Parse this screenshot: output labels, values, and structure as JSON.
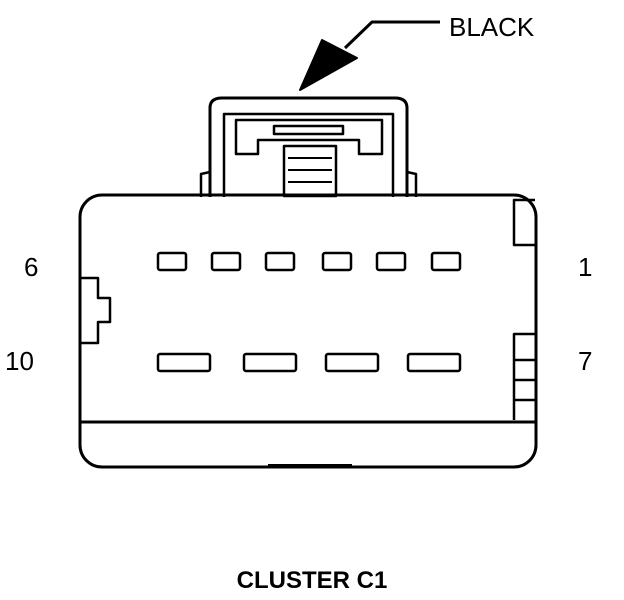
{
  "callout": {
    "color_label": "BLACK"
  },
  "connector": {
    "title": "CLUSTER C1",
    "pin_labels": {
      "top_left": "6",
      "top_right": "1",
      "bottom_left": "10",
      "bottom_right": "7"
    },
    "top_row_pin_count": 6,
    "bottom_row_pin_count": 4
  },
  "colors": {
    "line": "#000000",
    "background": "#ffffff"
  }
}
